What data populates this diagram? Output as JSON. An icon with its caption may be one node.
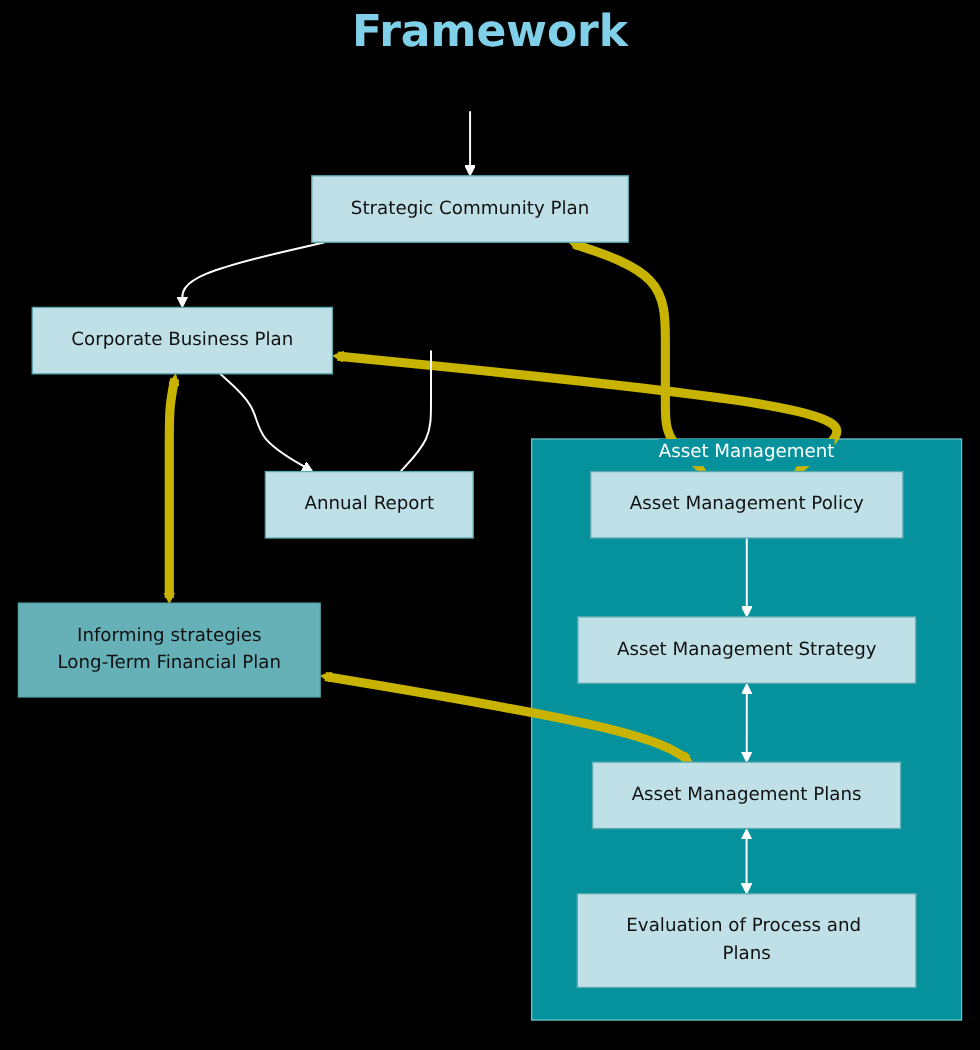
{
  "diagram": {
    "title": "Framework",
    "nodes": [
      {
        "text": [
          "Strategic Community Plan"
        ]
      },
      {
        "text": [
          "Corporate Business Plan"
        ]
      },
      {
        "text": [
          "Annual Report"
        ]
      },
      {
        "text": [
          "Informing strategies",
          "Long-Term Financial Plan"
        ]
      },
      {
        "text": [
          "Asset Management"
        ]
      },
      {
        "text": [
          "Asset Management Policy"
        ],
        "in": 4
      },
      {
        "text": [
          "Asset Management Strategy"
        ],
        "in": 4
      },
      {
        "text": [
          "Asset Management Plans"
        ],
        "in": 4
      },
      {
        "text": [
          "Evaluation of Process and Plans"
        ],
        "in": 4
      }
    ],
    "edges": [
      {
        "from": null,
        "to": 0,
        "arrow": "to"
      },
      {
        "from": 0,
        "to": 5,
        "arrow": "both",
        "style": "thick",
        "color": "#c8b400"
      },
      {
        "from": 0,
        "to": 1,
        "arrow": "to"
      },
      {
        "from": 1,
        "to": 5,
        "arrow": "both",
        "style": "thick",
        "color": "#c8b400"
      },
      {
        "from": 1,
        "to": 3,
        "arrow": "both",
        "style": "thick",
        "color": "#c8b400"
      },
      {
        "from": 3,
        "to": 7,
        "arrow": "both",
        "style": "thick",
        "color": "#c8b400"
      },
      {
        "from": 5,
        "to": 6,
        "arrow": "to"
      },
      {
        "from": 6,
        "to": 7,
        "arrow": "both"
      },
      {
        "from": 7,
        "to": 8,
        "arrow": "both"
      },
      {
        "from": 1,
        "to": 2,
        "arrow": "to"
      },
      {
        "from": null,
        "to": 2,
        "arrow": "none"
      }
    ]
  }
}
